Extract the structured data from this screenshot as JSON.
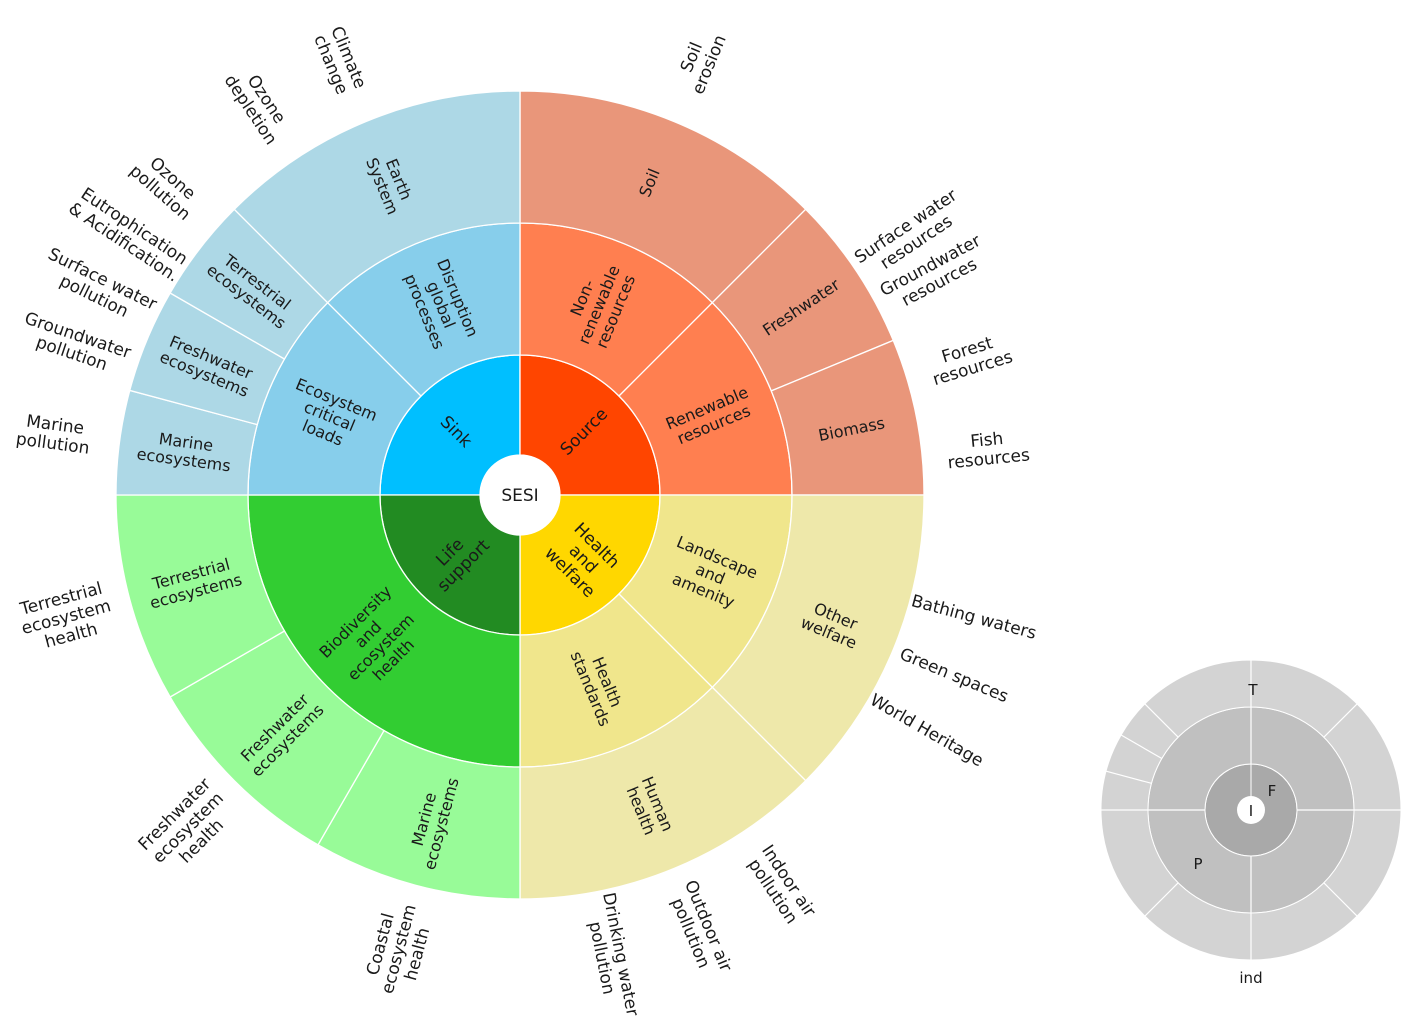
{
  "center_label": "SESI",
  "colors": {
    "sink": "#00BFFF",
    "sink_mid": "#87CEEB",
    "sink_outer": "#ADD8E6",
    "source": "#FF4500",
    "source_mid": "#FF7F50",
    "source_outer": "#E9967A",
    "life": "#228B22",
    "life_mid": "#32CD32",
    "life_outer": "#98FB98",
    "health": "#FFD700",
    "health_mid": "#F0E68C",
    "health_outer": "#EEE8AA",
    "legend_inner": "#A9A9A9",
    "legend_mid": "#C0C0C0",
    "legend_outer": "#D3D3D3"
  },
  "rings": {
    "inner": [
      {
        "id": "sink",
        "label": "Sink",
        "start": 270,
        "end": 360,
        "color": "sink"
      },
      {
        "id": "source",
        "label": "Source",
        "start": 0,
        "end": 90,
        "color": "source"
      },
      {
        "id": "health-welfare",
        "label": "Health\nand\nwelfare",
        "start": 90,
        "end": 180,
        "color": "health"
      },
      {
        "id": "life-support",
        "label": "Life\nsupport",
        "start": 180,
        "end": 270,
        "color": "life"
      }
    ],
    "middle": [
      {
        "id": "non-renewable",
        "label": "Non-\nrenewable\nresources",
        "start": 0,
        "end": 45,
        "color": "source_mid"
      },
      {
        "id": "renewable",
        "label": "Renewable\nresources",
        "start": 45,
        "end": 90,
        "color": "source_mid"
      },
      {
        "id": "landscape",
        "label": "Landscape\nand\namenity",
        "start": 90,
        "end": 135,
        "color": "health_mid"
      },
      {
        "id": "health-standards",
        "label": "Health\nstandards",
        "start": 135,
        "end": 180,
        "color": "health_mid"
      },
      {
        "id": "biodiversity",
        "label": "Biodiversity\nand\necosystem\nhealth",
        "start": 180,
        "end": 270,
        "color": "life_mid"
      },
      {
        "id": "ecosystem-critical-loads",
        "label": "Ecosystem\ncritical\nloads",
        "start": 270,
        "end": 315,
        "color": "sink_mid"
      },
      {
        "id": "disruption",
        "label": "Disruption\nglobal\nprocesses",
        "start": 315,
        "end": 360,
        "color": "sink_mid"
      }
    ],
    "outer": [
      {
        "id": "soil",
        "label": "Soil",
        "start": 0,
        "end": 45,
        "color": "source_outer"
      },
      {
        "id": "freshwater",
        "label": "Freshwater",
        "start": 45,
        "end": 67.5,
        "color": "source_outer"
      },
      {
        "id": "biomass",
        "label": "Biomass",
        "start": 67.5,
        "end": 90,
        "color": "source_outer"
      },
      {
        "id": "other-welfare",
        "label": "Other\nwelfare",
        "start": 90,
        "end": 135,
        "color": "health_outer"
      },
      {
        "id": "human-health",
        "label": "Human\nhealth",
        "start": 135,
        "end": 180,
        "color": "health_outer"
      },
      {
        "id": "marine-ecosystems-life",
        "label": "Marine\necosystems",
        "start": 180,
        "end": 210,
        "color": "life_outer"
      },
      {
        "id": "freshwater-ecosystems-life",
        "label": "Freshwater\necosystems",
        "start": 210,
        "end": 240,
        "color": "life_outer"
      },
      {
        "id": "terrestrial-ecosystems-life",
        "label": "Terrestrial\necosystems",
        "start": 240,
        "end": 270,
        "color": "life_outer"
      },
      {
        "id": "marine-ecosystems-sink",
        "label": "Marine\necosystems",
        "start": 270,
        "end": 285,
        "color": "sink_outer"
      },
      {
        "id": "freshwater-ecosystems-sink",
        "label": "Freshwater\necosystems",
        "start": 285,
        "end": 300,
        "color": "sink_outer"
      },
      {
        "id": "terrestrial-ecosystems-sink",
        "label": "Terrestrial\necosystems",
        "start": 300,
        "end": 315,
        "color": "sink_outer"
      },
      {
        "id": "earth-system",
        "label": "Earth\nSystem",
        "start": 315,
        "end": 360,
        "color": "sink_outer"
      }
    ]
  },
  "indicators": [
    {
      "label": "Soil\nerosion",
      "angle": 22.5
    },
    {
      "label": "Surface water\nresources",
      "angle": 56.25
    },
    {
      "label": "Groundwater\nresources",
      "angle": 61.875
    },
    {
      "label": "Forest\nresources",
      "angle": 73.125
    },
    {
      "label": "Fish\nresources",
      "angle": 84.375
    },
    {
      "label": "Bathing waters",
      "angle": 105
    },
    {
      "label": "Green spaces",
      "angle": 112.5
    },
    {
      "label": "World Heritage",
      "angle": 120
    },
    {
      "label": "Indoor air\npollution",
      "angle": 146.25
    },
    {
      "label": "Outdoor air\npollution",
      "angle": 157.5
    },
    {
      "label": "Drinking water\npollution",
      "angle": 168.75
    },
    {
      "label": "Coastal\necosystem\nhealth",
      "angle": 195
    },
    {
      "label": "Freshwater\necosystem\nhealth",
      "angle": 225
    },
    {
      "label": "Terrestrial\necosystem\nhealth",
      "angle": 255
    },
    {
      "label": "Marine\npollution",
      "angle": 277.5
    },
    {
      "label": "Groundwater\npollution",
      "angle": 288.75
    },
    {
      "label": "Surface water\npollution",
      "angle": 296.25
    },
    {
      "label": "Eutrophication\n& Acidification.",
      "angle": 303.75
    },
    {
      "label": "Ozone\npollution",
      "angle": 311.25
    },
    {
      "label": "Ozone\ndepletion",
      "angle": 326.25
    },
    {
      "label": "Climate\nchange",
      "angle": 337.5
    }
  ],
  "legend": {
    "center": "I",
    "inner": "F",
    "middle": "P",
    "outer": "T",
    "indicator": "ind"
  }
}
